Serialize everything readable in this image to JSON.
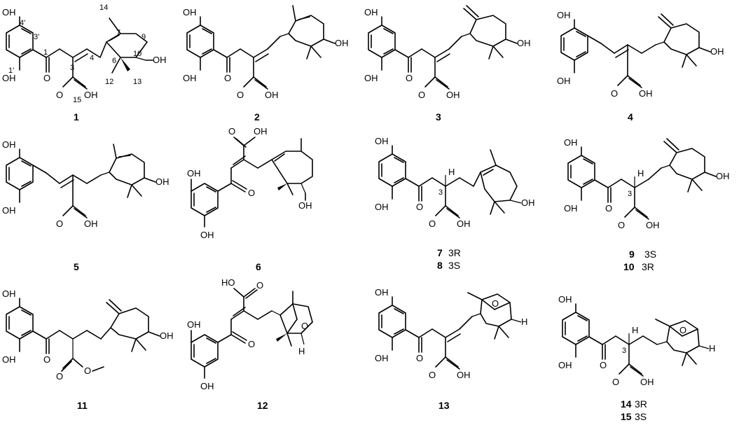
{
  "compounds": [
    {
      "id": "1",
      "label": "1"
    },
    {
      "id": "2",
      "label": "2"
    },
    {
      "id": "3",
      "label": "3"
    },
    {
      "id": "4",
      "label": "4"
    },
    {
      "id": "5",
      "label": "5"
    },
    {
      "id": "6",
      "label": "6"
    },
    {
      "id": "7",
      "label": "7",
      "config": "3R"
    },
    {
      "id": "8",
      "label": "8",
      "config": "3S"
    },
    {
      "id": "9",
      "label": "9",
      "config": "3S"
    },
    {
      "id": "10",
      "label": "10",
      "config": "3R"
    },
    {
      "id": "11",
      "label": "11"
    },
    {
      "id": "12",
      "label": "12"
    },
    {
      "id": "13",
      "label": "13"
    },
    {
      "id": "14",
      "label": "14",
      "config": "3R"
    },
    {
      "id": "15",
      "label": "15",
      "config": "3S"
    }
  ],
  "atom_labels": {
    "oh": "OH",
    "o": "O",
    "h": "H",
    "ho": "HO"
  },
  "locants": {
    "c1": "1",
    "c3": "3",
    "c4": "4",
    "c6": "6",
    "c7": "7",
    "c9": "9",
    "c10": "10",
    "c12": "12",
    "c13": "13",
    "c14": "14",
    "c15": "15",
    "c1p": "1'",
    "c3p": "3'",
    "c4p": "4'"
  }
}
